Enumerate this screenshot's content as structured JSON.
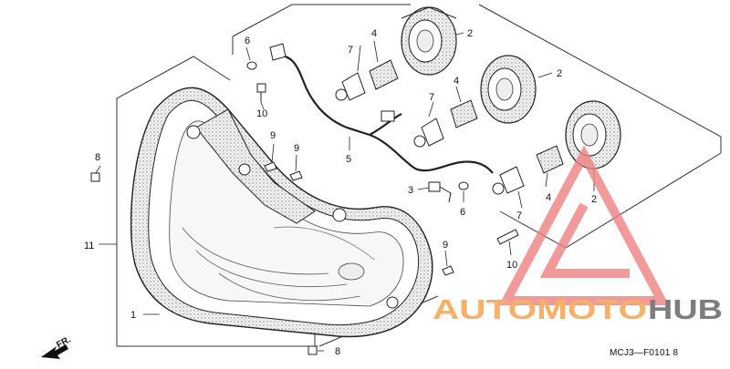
{
  "diagram": {
    "part_labels": [
      {
        "id": "p1",
        "text": "1"
      },
      {
        "id": "p2a",
        "text": "2"
      },
      {
        "id": "p2b",
        "text": "2"
      },
      {
        "id": "p2c",
        "text": "2"
      },
      {
        "id": "p3",
        "text": "3"
      },
      {
        "id": "p4a",
        "text": "4"
      },
      {
        "id": "p4b",
        "text": "4"
      },
      {
        "id": "p4c",
        "text": "4"
      },
      {
        "id": "p5",
        "text": "5"
      },
      {
        "id": "p6a",
        "text": "6"
      },
      {
        "id": "p6b",
        "text": "6"
      },
      {
        "id": "p7a",
        "text": "7"
      },
      {
        "id": "p7b",
        "text": "7"
      },
      {
        "id": "p7c",
        "text": "7"
      },
      {
        "id": "p8a",
        "text": "8"
      },
      {
        "id": "p8b",
        "text": "8"
      },
      {
        "id": "p9a",
        "text": "9"
      },
      {
        "id": "p9b",
        "text": "9"
      },
      {
        "id": "p9c",
        "text": "9"
      },
      {
        "id": "p10a",
        "text": "10"
      },
      {
        "id": "p10b",
        "text": "10"
      },
      {
        "id": "p11",
        "text": "11"
      }
    ],
    "direction_label": "FR.",
    "drawing_code": "MCJ3—F0101 8"
  },
  "watermark": {
    "part1": "AUTOMOTO",
    "part2": "HUB",
    "colors": {
      "orange": "#f5b06a",
      "gray": "#7d7d7d",
      "triangle": "#f08080"
    }
  }
}
